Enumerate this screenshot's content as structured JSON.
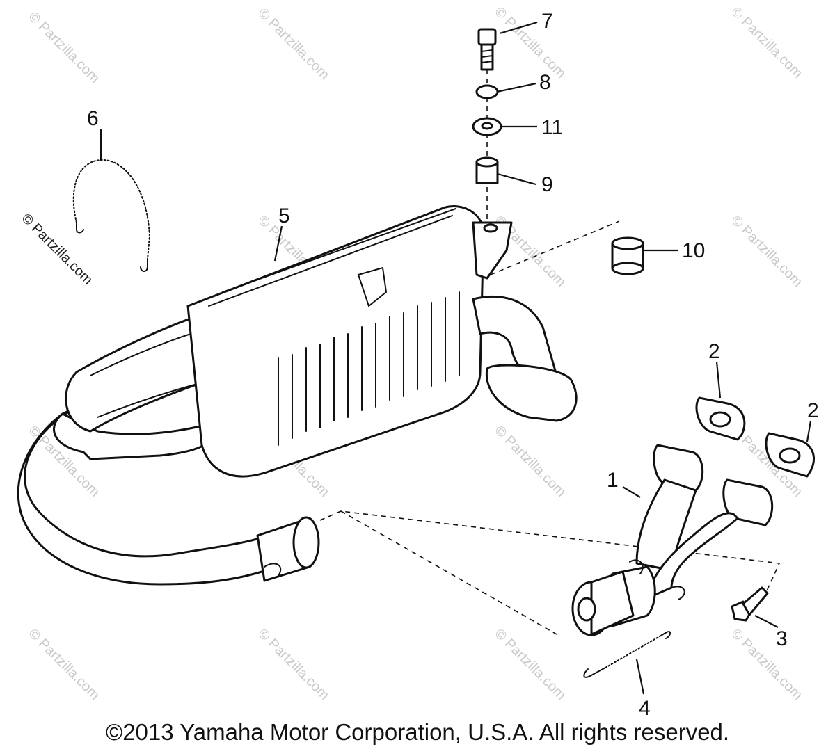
{
  "diagram": {
    "callouts": {
      "p1": "1",
      "p2a": "2",
      "p2b": "2",
      "p3": "3",
      "p4": "4",
      "p5": "5",
      "p6": "6",
      "p7": "7",
      "p8": "8",
      "p9": "9",
      "p10": "10",
      "p11": "11"
    },
    "watermark_text": "© Partzilla.com",
    "copyright": "©2013 Yamaha Motor Corporation, U.S.A. All rights reserved."
  },
  "colors": {
    "line": "#111111",
    "watermark": "#c9c9c9",
    "background": "#ffffff"
  }
}
